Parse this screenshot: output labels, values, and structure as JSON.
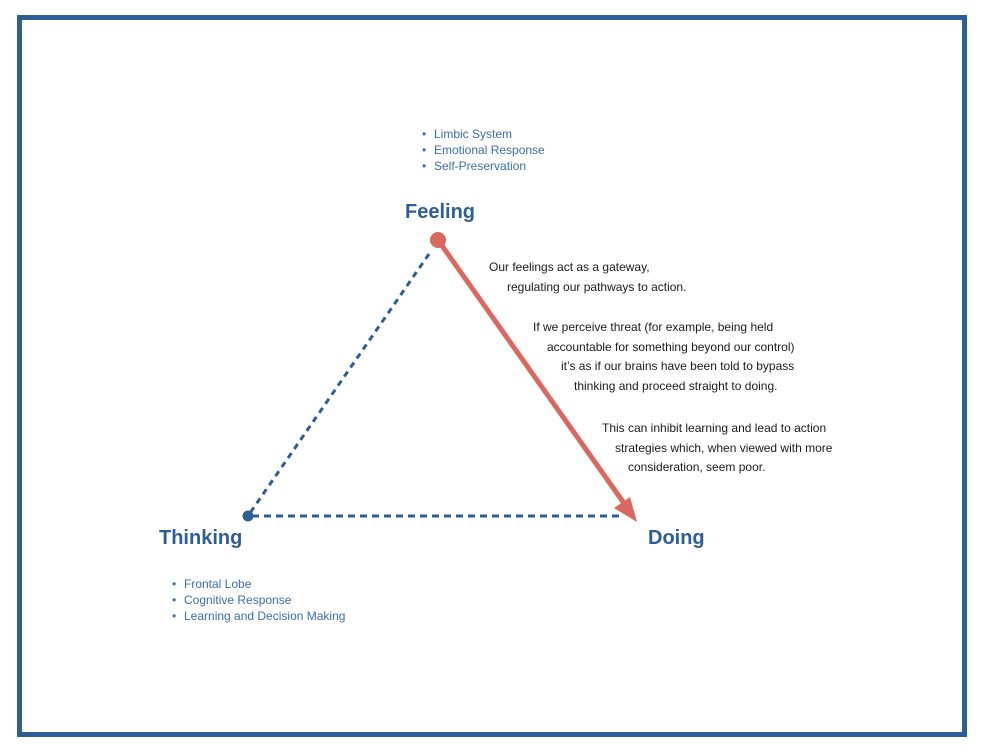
{
  "colors": {
    "frame": "#2d5f93",
    "label": "#2d5f93",
    "bullet_text": "#3b6ea4",
    "dashed_line": "#2d5f93",
    "arrow": "#d9685e",
    "note_text": "#1a1a1a"
  },
  "feeling": {
    "label": "Feeling",
    "bullets": [
      "Limbic System",
      "Emotional  Response",
      "Self-Preservation"
    ]
  },
  "thinking": {
    "label": "Thinking",
    "bullets": [
      "Frontal Lobe",
      "Cognitive Response",
      "Learning and Decision Making"
    ]
  },
  "doing": {
    "label": "Doing"
  },
  "notes": [
    [
      "Our feelings act as a gateway,",
      "regulating our pathways to action."
    ],
    [
      "If we perceive threat (for example, being held",
      "accountable for something beyond our control)",
      "it’s as if our brains have been told to bypass",
      "thinking and proceed straight to doing."
    ],
    [
      "This can inhibit learning and lead to action",
      "strategies which, when viewed with more",
      "consideration, seem poor."
    ]
  ]
}
